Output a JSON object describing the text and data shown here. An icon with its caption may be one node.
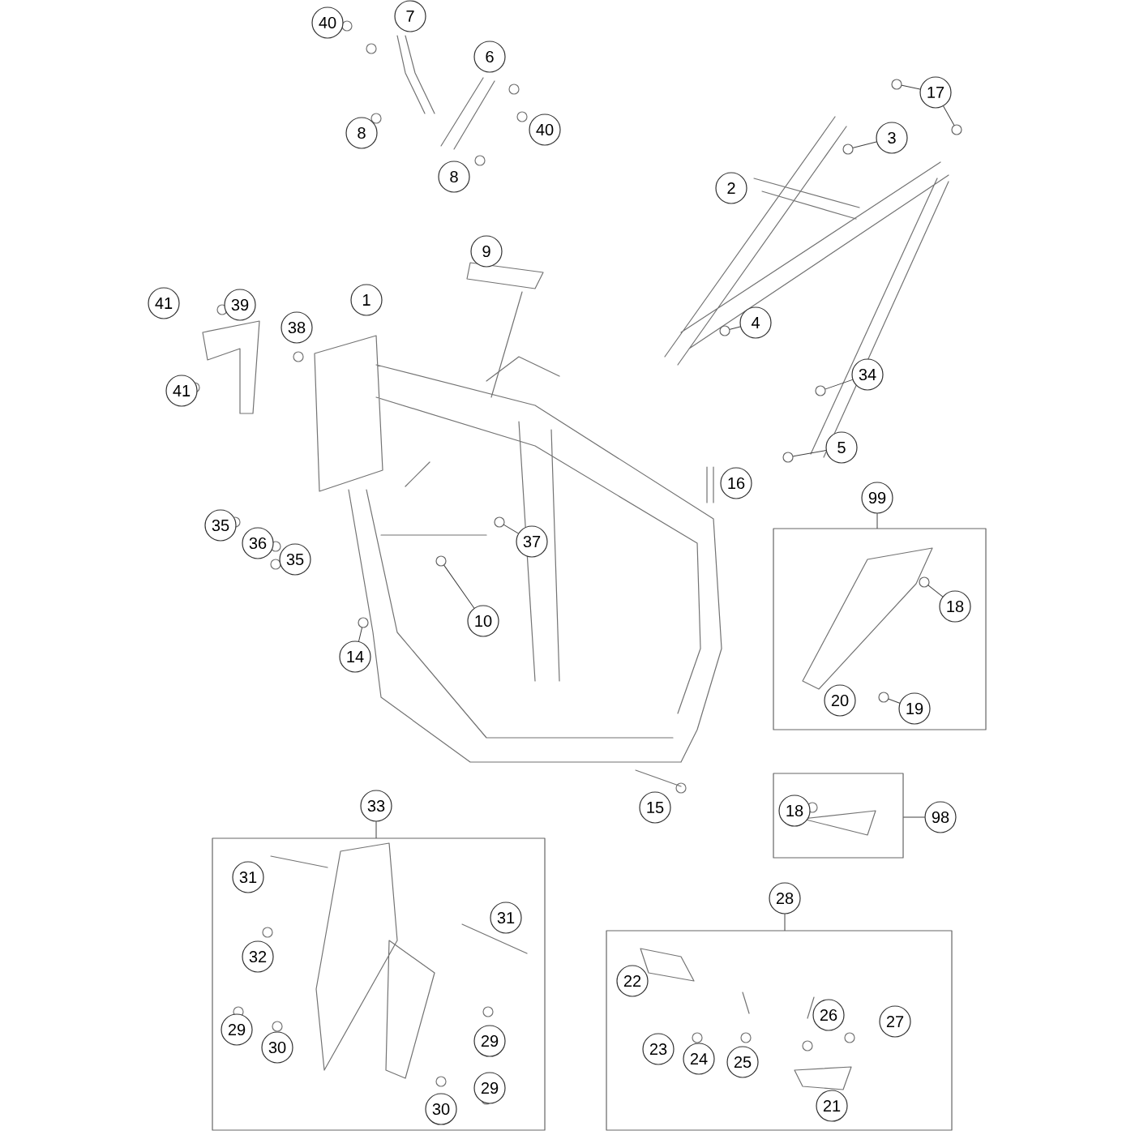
{
  "diagram": {
    "nodes": [
      {
        "text": [
          "40"
        ]
      },
      {
        "text": [
          "7"
        ]
      },
      {
        "text": [
          "6"
        ]
      },
      {
        "text": [
          "8"
        ]
      },
      {
        "text": [
          "40"
        ]
      },
      {
        "text": [
          "8"
        ]
      },
      {
        "text": [
          "17"
        ]
      },
      {
        "text": [
          "3"
        ]
      },
      {
        "text": [
          "2"
        ]
      },
      {
        "text": [
          "9"
        ]
      },
      {
        "text": [
          "41"
        ]
      },
      {
        "text": [
          "39"
        ]
      },
      {
        "text": [
          "1"
        ]
      },
      {
        "text": [
          "38"
        ]
      },
      {
        "text": [
          "4"
        ]
      },
      {
        "text": [
          "41"
        ]
      },
      {
        "text": [
          "34"
        ]
      },
      {
        "text": [
          "5"
        ]
      },
      {
        "text": [
          "16"
        ]
      },
      {
        "text": [
          "37"
        ]
      },
      {
        "text": [
          "35"
        ]
      },
      {
        "text": [
          "36"
        ]
      },
      {
        "text": [
          "35"
        ]
      },
      {
        "text": [
          "10"
        ]
      },
      {
        "text": [
          "14"
        ]
      },
      {
        "text": [
          "99"
        ]
      },
      {
        "text": [],
        "shape": "box"
      },
      {
        "text": [
          "18"
        ],
        "in": 26
      },
      {
        "text": [
          "20"
        ],
        "in": 26
      },
      {
        "text": [
          "19"
        ],
        "in": 26
      },
      {
        "text": [
          "15"
        ]
      },
      {
        "text": [
          "33"
        ]
      },
      {
        "text": [],
        "shape": "box"
      },
      {
        "text": [
          "31"
        ],
        "in": 32
      },
      {
        "text": [
          "31"
        ],
        "in": 32
      },
      {
        "text": [
          "32"
        ],
        "in": 32
      },
      {
        "text": [
          "29"
        ],
        "in": 32
      },
      {
        "text": [
          "30"
        ],
        "in": 32
      },
      {
        "text": [
          "29"
        ],
        "in": 32
      },
      {
        "text": [
          "29"
        ],
        "in": 32
      },
      {
        "text": [
          "30"
        ],
        "in": 32
      },
      {
        "text": [],
        "shape": "box"
      },
      {
        "text": [
          "18"
        ],
        "in": 41
      },
      {
        "text": [
          "98"
        ]
      },
      {
        "text": [
          "28"
        ]
      },
      {
        "text": [],
        "shape": "box"
      },
      {
        "text": [
          "22"
        ],
        "in": 45
      },
      {
        "text": [
          "26"
        ],
        "in": 45
      },
      {
        "text": [
          "27"
        ],
        "in": 45
      },
      {
        "text": [
          "23"
        ],
        "in": 45
      },
      {
        "text": [
          "24"
        ],
        "in": 45
      },
      {
        "text": [
          "25"
        ],
        "in": 45
      },
      {
        "text": [
          "21"
        ],
        "in": 45
      },
      {
        "text": [],
        "shape": "circle"
      },
      {
        "text": [],
        "shape": "circle"
      },
      {
        "text": [],
        "shape": "circle"
      },
      {
        "text": [],
        "shape": "circle"
      },
      {
        "text": [],
        "shape": "circle"
      },
      {
        "text": [],
        "shape": "circle"
      },
      {
        "text": [],
        "shape": "circle"
      },
      {
        "text": [],
        "shape": "circle"
      },
      {
        "text": [],
        "shape": "circle"
      },
      {
        "text": [],
        "shape": "circle",
        "in": 26
      },
      {
        "text": [],
        "shape": "circle",
        "in": 26
      }
    ],
    "edges": [
      {
        "from": 25,
        "to": 26,
        "arrow": "none"
      },
      {
        "from": 31,
        "to": 32,
        "arrow": "none"
      },
      {
        "from": 43,
        "to": 41,
        "arrow": "none"
      },
      {
        "from": 44,
        "to": 45,
        "arrow": "none"
      },
      {
        "from": 6,
        "to": 53,
        "arrow": "none"
      },
      {
        "from": 6,
        "to": 54,
        "arrow": "none"
      },
      {
        "from": 7,
        "to": 55,
        "arrow": "none"
      },
      {
        "from": 14,
        "to": 56,
        "arrow": "none"
      },
      {
        "from": 16,
        "to": 57,
        "arrow": "none"
      },
      {
        "from": 17,
        "to": 58,
        "arrow": "none"
      },
      {
        "from": 19,
        "to": 59,
        "arrow": "none"
      },
      {
        "from": 23,
        "to": 60,
        "arrow": "none"
      },
      {
        "from": 24,
        "to": 61,
        "arrow": "none"
      },
      {
        "from": 27,
        "to": 62,
        "arrow": "none"
      },
      {
        "from": 29,
        "to": 63,
        "arrow": "none"
      }
    ]
  }
}
